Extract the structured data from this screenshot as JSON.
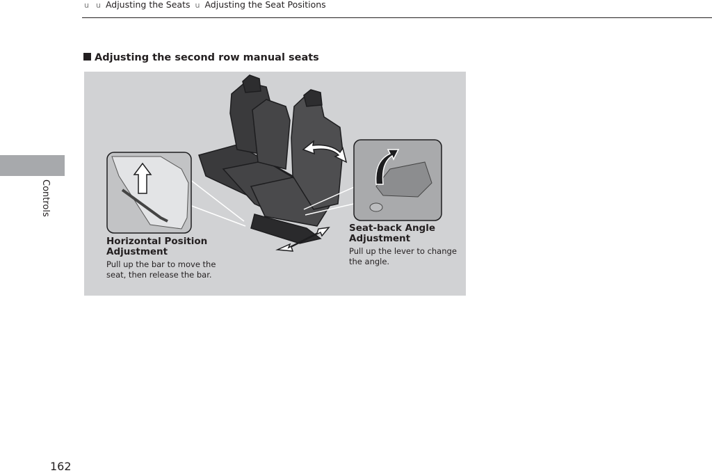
{
  "breadcrumb": {
    "separator": "u",
    "items": [
      "Adjusting the Seats",
      "Adjusting the Seat Positions"
    ]
  },
  "side_tab": {
    "label": "Controls"
  },
  "page_number": "162",
  "section": {
    "heading": "Adjusting the second row manual seats"
  },
  "callouts": {
    "horizontal": {
      "title": "Horizontal Position Adjustment",
      "description": "Pull up the bar to move the seat, then release the bar."
    },
    "seatback": {
      "title": "Seat-back Angle Adjustment",
      "description": "Pull up the lever to change the angle."
    }
  },
  "colors": {
    "figure_background": "#d1d2d4",
    "side_tab": "#a7a9ac",
    "seat_dark": "#3a3a3c",
    "text": "#231f20"
  },
  "icons": [
    "curved-arrow-up-icon",
    "double-arrow-angle-icon",
    "double-arrow-horizontal-icon"
  ]
}
